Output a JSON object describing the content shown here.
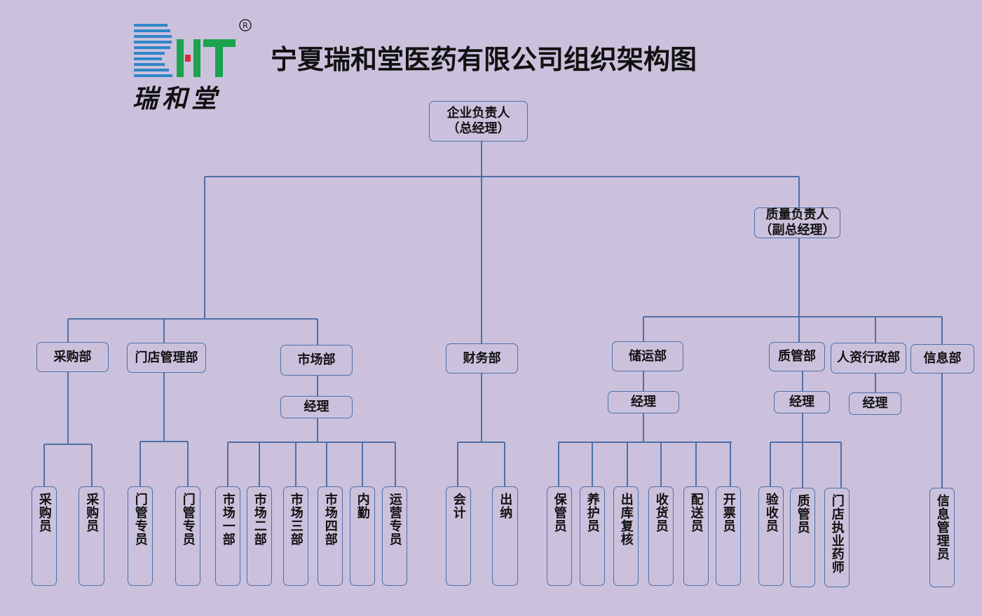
{
  "title": "宁夏瑞和堂医药有限公司组织架构图",
  "logo": {
    "text": "瑞和堂",
    "registered": "®",
    "letters": "RHT",
    "colors": {
      "r": "#2f86c8",
      "green": "#1ba34e",
      "red": "#e32636"
    }
  },
  "colors": {
    "line": "#4f6fa8",
    "background": "#cbc1dc"
  },
  "nodes": {
    "ceo": "企业负责人\n（总经理）",
    "qa_head": "质量负责人\n（副总经理）",
    "purchasing": "采购部",
    "store_mgmt": "门店管理部",
    "market": "市场部",
    "market_mgr": "经理",
    "finance": "财务部",
    "logistics": "储运部",
    "logistics_mgr": "经理",
    "quality": "质管部",
    "quality_mgr": "经理",
    "hr_admin": "人资行政部",
    "hr_mgr": "经理",
    "it": "信息部"
  },
  "leaves": {
    "p1": "采购员",
    "p2": "采购员",
    "s1": "门管专员",
    "s2": "门管专员",
    "m1": "市场一部",
    "m2": "市场二部",
    "m3": "市场三部",
    "m4": "市场四部",
    "m5": "内勤",
    "m6": "运营专员",
    "f1": "会计",
    "f2": "出纳",
    "l1": "保管员",
    "l2": "养护员",
    "l3": "出库复核",
    "l4": "收货员",
    "l5": "配送员",
    "l6": "开票员",
    "q1": "验收员",
    "q2": "质管员",
    "q3": "门店执业药师",
    "i1": "信息管理员"
  }
}
